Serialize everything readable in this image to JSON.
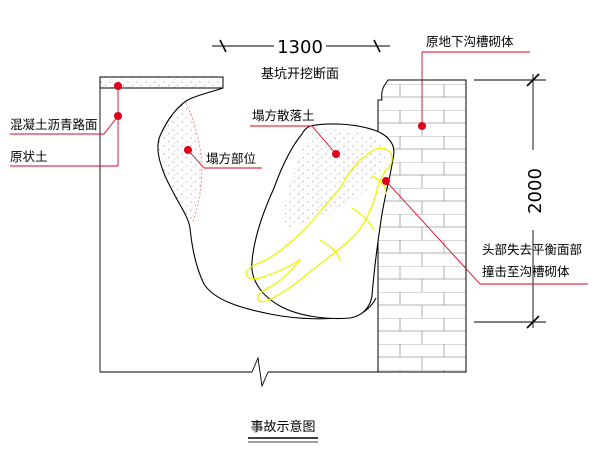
{
  "dimensions": {
    "width_label": "1300",
    "depth_label": "2000"
  },
  "labels": {
    "section": "基坑开挖断面",
    "collapse_soil": "塌方散落土",
    "collapse_area": "塌方部位",
    "pavement_line1": "混凝土沥青路面",
    "pavement_line2": "原状土",
    "masonry": "原地下沟槽砌体",
    "head_line1": "头部失去平衡面部",
    "head_line2": "撞击至沟槽砌体",
    "caption": "事故示意图"
  },
  "colors": {
    "line": "#000000",
    "callout": "#e0001b",
    "victim": "#f2f200",
    "brick": "#9a9a9a",
    "soil_dots": "#8a8a8a",
    "collapse_edge": "#ff7a7a"
  }
}
